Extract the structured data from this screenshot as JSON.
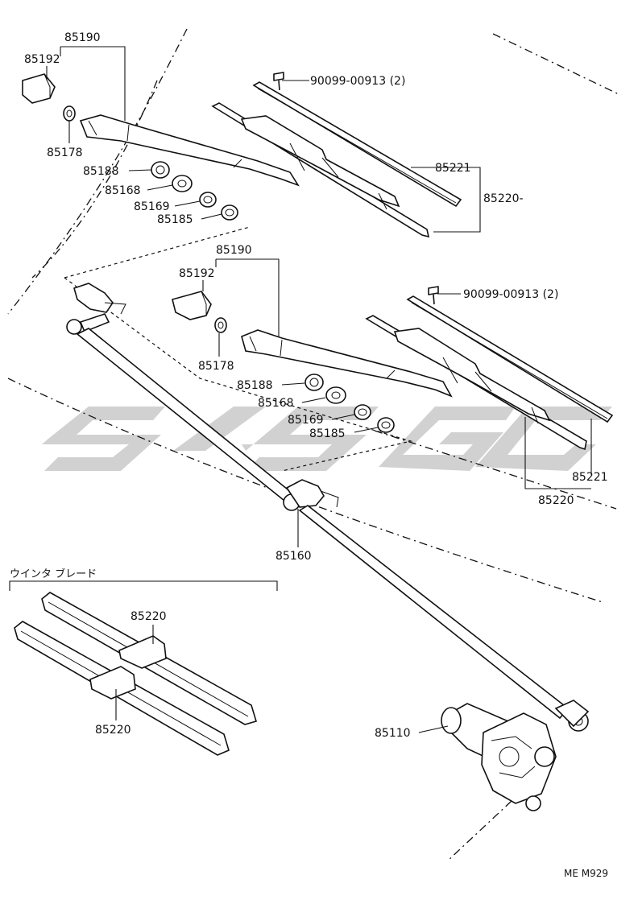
{
  "diagram": {
    "labels": {
      "arm_assy_top": "85190",
      "cap_top": "85192",
      "nut_top": "85178",
      "bushing_top": "85188",
      "washer_top": "85168",
      "washer2_top": "85169",
      "seal_top": "85185",
      "screw_top": "90099-00913 (2)",
      "refill_top": "85221",
      "blade_top": "85220-",
      "arm_assy_mid": "85190",
      "cap_mid": "85192",
      "nut_mid": "85178",
      "bushing_mid": "85188",
      "washer_mid": "85168",
      "washer2_mid": "85169",
      "seal_mid": "85185",
      "screw_mid": "90099-00913 (2)",
      "refill_mid": "85221",
      "blade_mid": "85220",
      "link": "85160",
      "winter_title": "ウインタ ブレード",
      "winter_blade_a": "85220",
      "winter_blade_b": "85220",
      "motor": "85110",
      "code": "ME M929"
    }
  }
}
